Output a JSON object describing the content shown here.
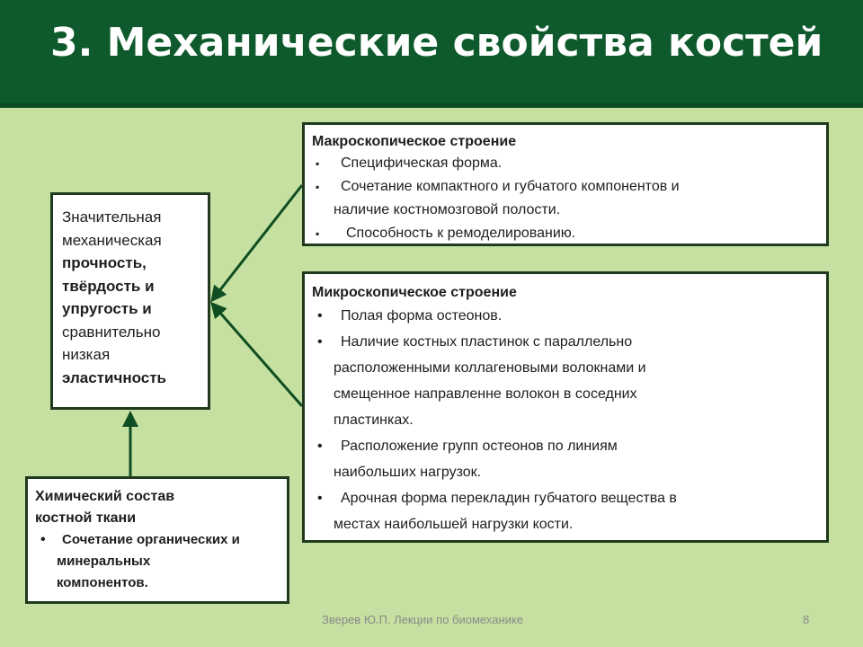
{
  "header": {
    "title": "3. Механические свойства костей"
  },
  "colors": {
    "header_bg": "#0e5a2c",
    "slide_bg": "#c5e0a0",
    "arrow": "#0f4d22",
    "box_border": "#1f3a1c"
  },
  "center_box": {
    "lines": [
      {
        "text": "Значительная",
        "bold": false
      },
      {
        "text": "механическая",
        "bold": false
      },
      {
        "text": "прочность,",
        "bold": true
      },
      {
        "text": "твёрдость и",
        "bold": true
      },
      {
        "text": "упругость и",
        "bold": true
      },
      {
        "text": "сравнительно",
        "bold": false
      },
      {
        "text": "низкая",
        "bold": false
      },
      {
        "text": "эластичность",
        "bold": true
      }
    ]
  },
  "macro": {
    "title": "Макроскопическое строение",
    "bullet": "▪",
    "items": [
      "Специфическая форма.",
      "Сочетание компактного и губчатого компонентов и",
      "наличие костномозговой полости.",
      "Способность к ремоделированию."
    ]
  },
  "micro": {
    "title": "Микроскопическое строение",
    "bullet": "•",
    "items": [
      "Полая форма остеонов.",
      "Наличие костных пластинок с параллельно",
      "расположенными коллагеновыми волокнами и",
      "смещенное направленне волокон в соседних",
      "пластинках.",
      "Расположение групп остеонов по линиям",
      "наибольших нагрузок.",
      "Арочная форма перекладин губчатого вещества в",
      "местах наибольшей нагрузки кости."
    ]
  },
  "chem": {
    "title_line1": "Химический состав",
    "title_line2": "костной ткани",
    "bullet": "•",
    "items": [
      "Сочетание органических и",
      "минеральных",
      "компонентов."
    ]
  },
  "footer": {
    "author": "Зверев Ю.П. Лекции по биомеханике",
    "page": "8"
  }
}
